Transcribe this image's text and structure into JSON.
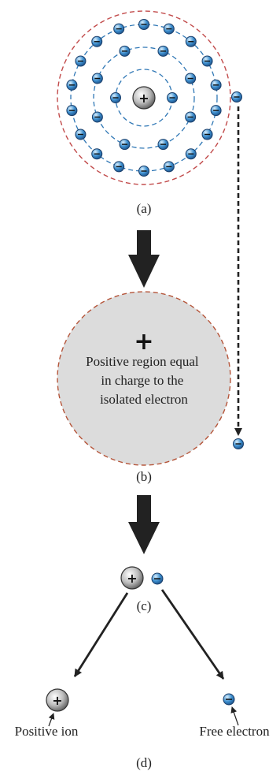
{
  "panels": {
    "a": {
      "label": "(a)"
    },
    "b": {
      "label": "(b)",
      "plus": "+",
      "caption_lines": [
        "Positive region equal",
        "in charge to the",
        "isolated electron"
      ]
    },
    "c": {
      "label": "(c)"
    },
    "d": {
      "label": "(d)",
      "ion_label": "Positive ion",
      "electron_label": "Free electron"
    }
  },
  "symbols": {
    "positive": "+",
    "negative": "−"
  },
  "atom": {
    "shells": [
      2,
      8,
      18
    ],
    "isolated_electrons": 1
  },
  "colors": {
    "electron": "#3d8fcf",
    "shell_line": "#2f77b5",
    "valence_ring": "#c24b4b",
    "region_fill": "#dcdcdc",
    "region_border": "#b5553a",
    "arrow": "#222222"
  }
}
